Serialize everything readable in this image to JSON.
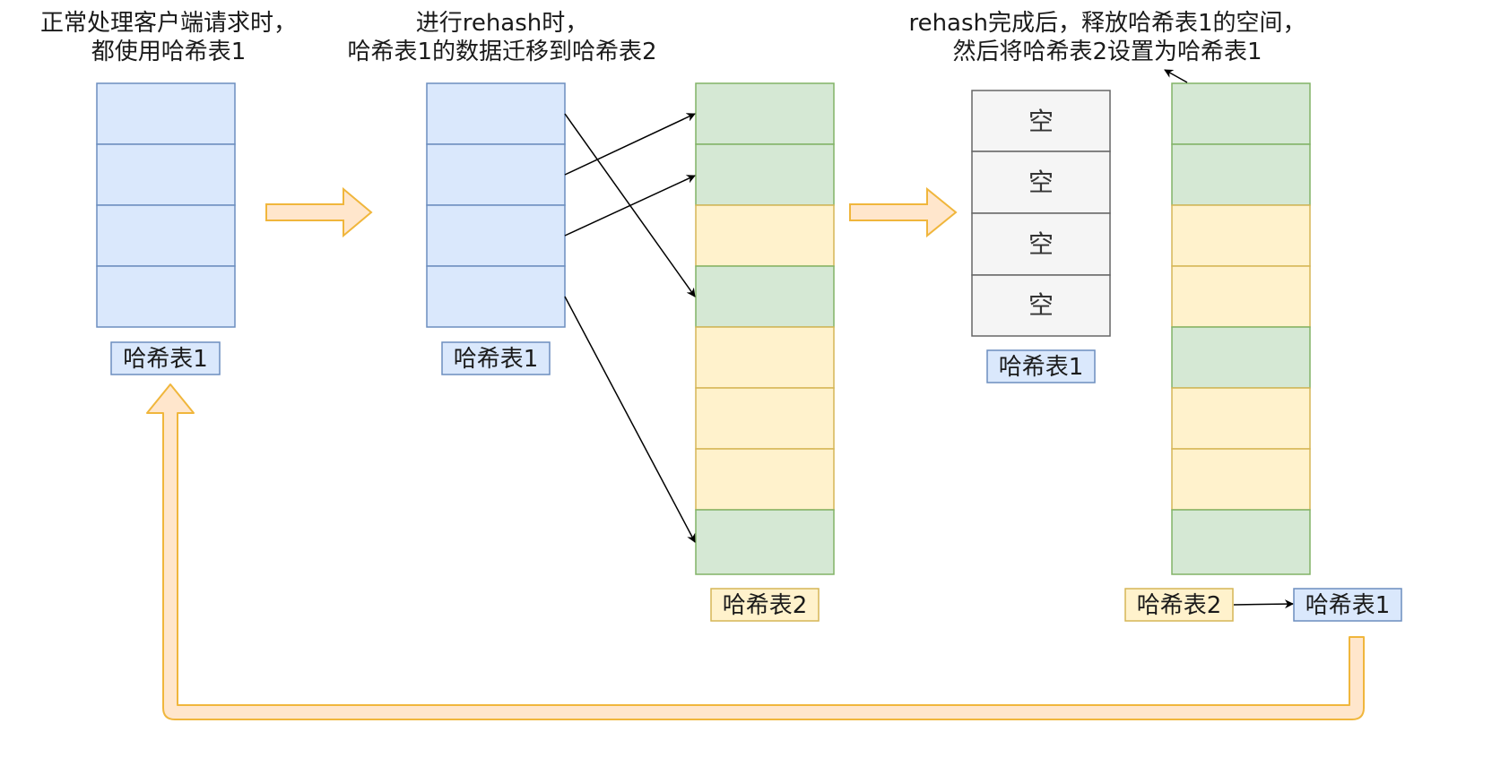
{
  "captions": {
    "stage1": [
      "正常处理客户端请求时，",
      "都使用哈希表1"
    ],
    "stage2": [
      "进行rehash时，",
      "哈希表1的数据迁移到哈希表2"
    ],
    "stage3": [
      "rehash完成后，释放哈希表1的空间，",
      "然后将哈希表2设置为哈希表1"
    ]
  },
  "labels": {
    "ht1_stage1": "哈希表1",
    "ht1_stage2": "哈希表1",
    "ht2_stage2": "哈希表2",
    "ht1_stage3": "哈希表1",
    "ht2_stage3": "哈希表2",
    "new_ht1": "哈希表1"
  },
  "empty_cells": [
    "空",
    "空",
    "空",
    "空"
  ],
  "ht2_cell_states": [
    "filled",
    "filled",
    "empty",
    "filled",
    "empty",
    "empty",
    "empty",
    "filled"
  ],
  "colors": {
    "blue_fill": "#dae8fc",
    "blue_stroke": "#6c8ebf",
    "green_fill": "#d5e8d4",
    "green_stroke": "#82b366",
    "yellow_fill": "#fff2cc",
    "yellow_stroke": "#d6b656",
    "gray_fill": "#f5f5f5",
    "gray_stroke": "#666666",
    "orange_arrow_fill": "#ffe6cc",
    "orange_arrow_stroke": "#f0b63c",
    "edge": "#000000"
  }
}
